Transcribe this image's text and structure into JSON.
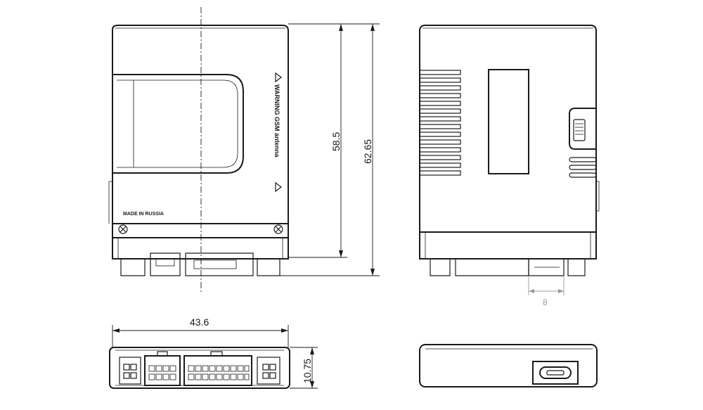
{
  "dimensions": {
    "width": "43.6",
    "height_inner": "58.5",
    "height_total": "62.65",
    "depth": "10.75",
    "pin_spacing": "8"
  },
  "labels": {
    "warning": "WARNING GSM antenna",
    "made_in": "MADE IN RUSSIA"
  }
}
